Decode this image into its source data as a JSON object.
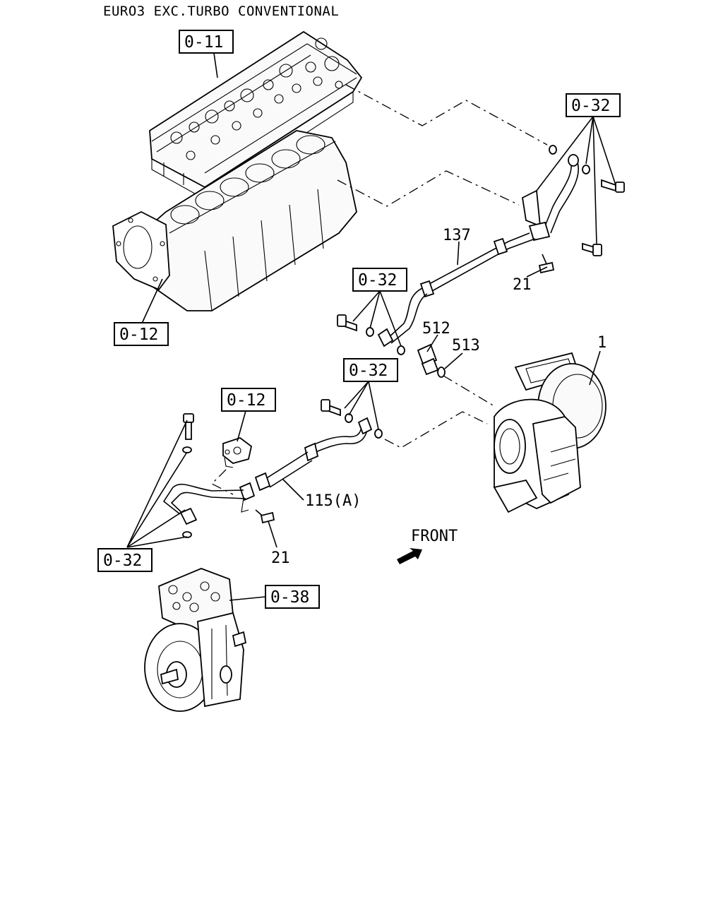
{
  "title": "EURO3 EXC.TURBO CONVENTIONAL",
  "refs": {
    "cylinder_head": "0-11",
    "cylinder_block": "0-12",
    "bracket_ref": "0-12",
    "upper_fasteners": "0-32",
    "middle_fasteners": "0-32",
    "lower_fasteners": "0-32",
    "left_fasteners": "0-32",
    "air_compressor": "0-38"
  },
  "parts": {
    "turbocharger": "1",
    "upper_clip_bolt": "21",
    "lower_clip_bolt": "21",
    "upper_oil_pipe": "137",
    "lower_oil_pipe": "115(A)",
    "connector": "512",
    "washer": "513"
  },
  "direction": {
    "label": "FRONT",
    "icon": "front-arrow-icon"
  }
}
